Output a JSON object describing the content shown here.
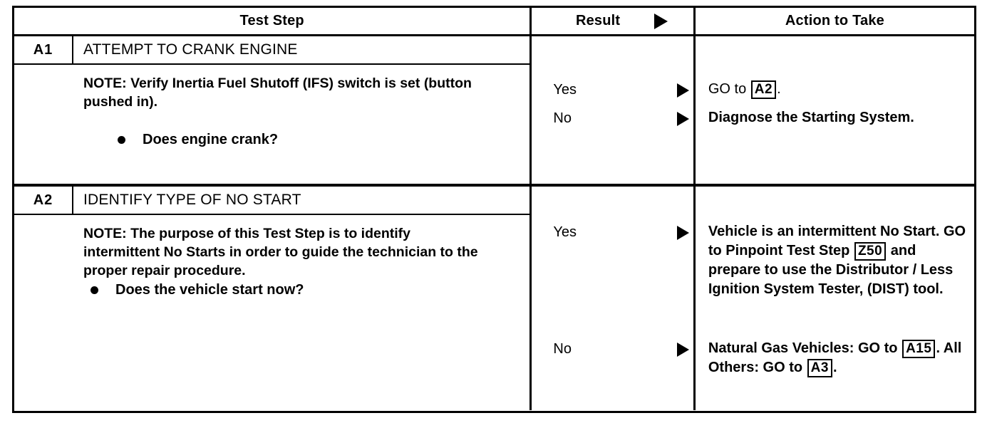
{
  "table": {
    "columns": [
      {
        "key": "test_step",
        "label": "Test Step"
      },
      {
        "key": "result",
        "label": "Result",
        "marker_icon": "right-triangle-icon"
      },
      {
        "key": "action",
        "label": "Action to Take"
      }
    ],
    "sections": [
      {
        "id": "A1",
        "title": "ATTEMPT TO CRANK ENGINE",
        "note": "NOTE: Verify Inertia Fuel Shutoff (IFS) switch is set (button pushed in).",
        "bullet": "Does engine crank?",
        "results": [
          {
            "label": "Yes",
            "marker_icon": "right-triangle-icon"
          },
          {
            "label": "No",
            "marker_icon": "right-triangle-icon"
          }
        ],
        "actions": [
          {
            "bold": false,
            "parts": [
              {
                "type": "text",
                "value": "GO to "
              },
              {
                "type": "ref",
                "value": "A2"
              },
              {
                "type": "text",
                "value": "."
              }
            ]
          },
          {
            "bold": true,
            "parts": [
              {
                "type": "text",
                "value": "Diagnose the Starting System."
              }
            ]
          }
        ]
      },
      {
        "id": "A2",
        "title": "IDENTIFY TYPE OF NO START",
        "note": "NOTE: The purpose of this Test Step is to identify intermittent No Starts in order to guide the technician to the proper repair procedure.",
        "bullet": "Does the vehicle start now?",
        "results": [
          {
            "label": "Yes",
            "marker_icon": "right-triangle-icon"
          },
          {
            "label": "No",
            "marker_icon": "right-triangle-icon"
          }
        ],
        "actions": [
          {
            "bold": true,
            "parts": [
              {
                "type": "text",
                "value": "Vehicle is an intermittent No Start. GO to Pinpoint Test Step "
              },
              {
                "type": "ref",
                "value": "Z50"
              },
              {
                "type": "text",
                "value": " and prepare to use the Distributor / Less Ignition System Tester, (DIST) tool."
              }
            ]
          },
          {
            "bold": true,
            "parts": [
              {
                "type": "text",
                "value": "Natural Gas Vehicles: GO to "
              },
              {
                "type": "ref",
                "value": "A15"
              },
              {
                "type": "text",
                "value": ". All Others: GO to "
              },
              {
                "type": "ref",
                "value": "A3"
              },
              {
                "type": "text",
                "value": "."
              }
            ]
          }
        ]
      }
    ]
  }
}
